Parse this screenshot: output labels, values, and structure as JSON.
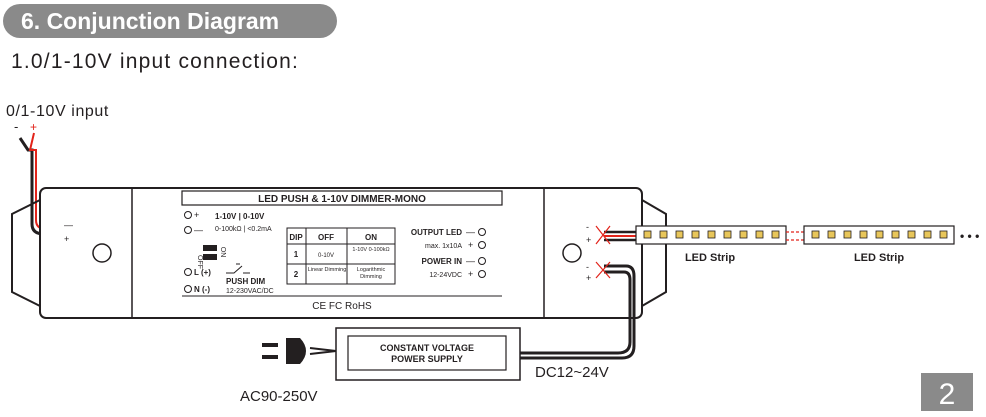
{
  "section": {
    "title": "6. Conjunction Diagram",
    "subtitle": "1.0/1-10V  input  connection:"
  },
  "input": {
    "label": "0/1-10V input",
    "minus": "-",
    "plus": "+"
  },
  "dimmer": {
    "title": "LED PUSH & 1-10V DIMMER-MONO",
    "terminal_plus": "+",
    "terminal_minus": "—",
    "input_spec_title": "1-10V | 0-10V",
    "input_spec_detail": "0-100kΩ | <0.2mA",
    "dip_off": "OFF",
    "dip_on": "ON",
    "terminal_l": "L (+)",
    "terminal_n": "N (-)",
    "push_dim": "PUSH DIM",
    "mains_spec": "12-230VAC/DC",
    "dip_table": {
      "headers": [
        "DIP",
        "OFF",
        "ON"
      ],
      "rows": [
        {
          "dip": "1",
          "off": "0-10V",
          "on": "1-10V 0-100kΩ"
        },
        {
          "dip": "2",
          "off": "Linear Dimming",
          "on": "Logarithmic Dimming"
        }
      ]
    },
    "output_led": "OUTPUT LED",
    "output_max": "max. 1x10A",
    "power_in": "POWER IN",
    "power_spec": "12-24VDC",
    "out_minus": "—",
    "out_plus": "+",
    "pin_minus": "—",
    "pin_plus": "+",
    "certifications": "CE FC RoHS"
  },
  "left_terms": {
    "minus": "—",
    "plus": "+"
  },
  "strip_terms": {
    "minus": "-",
    "plus": "+"
  },
  "led_strips": [
    {
      "label": "LED Strip"
    },
    {
      "label": "LED Strip"
    }
  ],
  "continuation": "• • •",
  "power_supply": {
    "line1": "CONSTANT VOLTAGE",
    "line2": "POWER SUPPLY",
    "dc_label": "DC12~24V"
  },
  "ac_label": "AC90-250V",
  "page_number": "2",
  "colors": {
    "header": "#8a8a8a",
    "wire_red": "#e2231a",
    "wire_black": "#231f20",
    "led_chip": "#e8c65a"
  }
}
